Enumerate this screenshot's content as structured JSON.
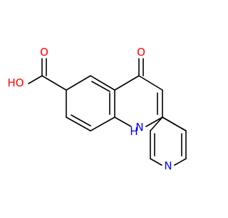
{
  "colors": {
    "bond": "#000000",
    "oxygen": "#ff0000",
    "nitrogen": "#0000ff",
    "background": "#ffffff"
  },
  "labels": {
    "hydroxyl": "HO",
    "carboxyl_oxygen": "O",
    "ketone_oxygen": "O",
    "ring_nh": "H",
    "ring_nh_n": "N",
    "pyridine_n": "N"
  }
}
